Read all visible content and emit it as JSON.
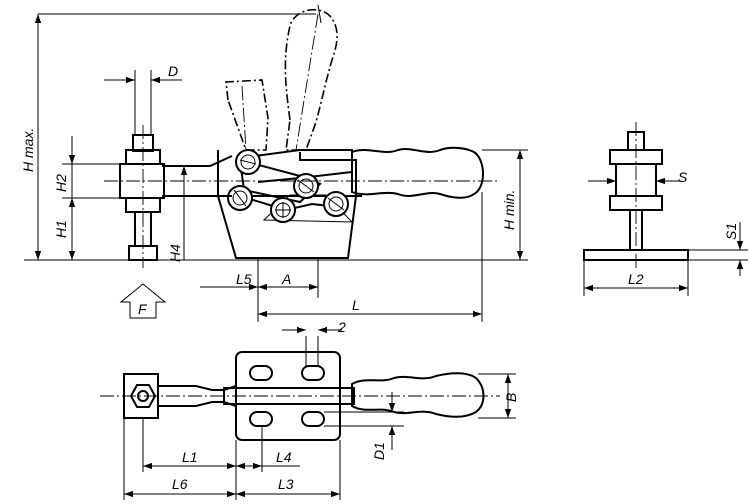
{
  "drawing": {
    "labels": {
      "h_max": "H max.",
      "h_min": "H min.",
      "h1": "H1",
      "h2": "H2",
      "h4": "H4",
      "d": "D",
      "f": "F",
      "l": "L",
      "l1": "L1",
      "l2": "L2",
      "l3": "L3",
      "l4": "L4",
      "l5": "L5",
      "l6": "L6",
      "a": "A",
      "b": "B",
      "s": "S",
      "s1": "S1",
      "d1": "D1",
      "two": "2"
    }
  }
}
